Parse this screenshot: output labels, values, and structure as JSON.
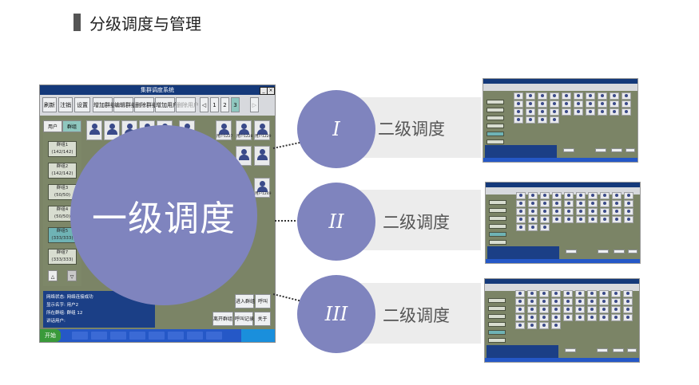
{
  "slide": {
    "title": "分级调度与管理",
    "primary_label": "一级调度",
    "levels": [
      {
        "numeral": "I",
        "label": "二级调度"
      },
      {
        "numeral": "II",
        "label": "二级调度"
      },
      {
        "numeral": "III",
        "label": "二级调度"
      }
    ]
  },
  "app": {
    "window_title": "集群调度系统",
    "toolbar": [
      "刷新",
      "注销",
      "设置",
      "增加群组",
      "编辑群组",
      "删除群组",
      "增加用户",
      "删除用户"
    ],
    "pages": [
      "1",
      "2",
      "3"
    ],
    "side_tabs": [
      "用户",
      "群组"
    ],
    "groups": [
      {
        "name": "群组1",
        "count": "(142/142)"
      },
      {
        "name": "群组2",
        "count": "(142/142)"
      },
      {
        "name": "群组3",
        "count": "(50/50)"
      },
      {
        "name": "群组4",
        "count": "(50/50)"
      },
      {
        "name": "群组5",
        "count": "(333/333)"
      },
      {
        "name": "群组7",
        "count": "(333/333)"
      }
    ],
    "users": [
      "用户1226",
      "用户1227",
      "用户1228",
      "用户1229",
      "用户1249"
    ],
    "status": [
      "网络状态: 网络连接成功",
      "显示名字: 用户2",
      "所在群组: 群组 12",
      "讲话用户:"
    ],
    "actions": [
      "进入群组",
      "呼叫",
      "离开群组",
      "呼叫记录",
      "关于"
    ],
    "taskbar_start": "开始",
    "colors": {
      "window_bg": "#7b8466",
      "title_bar": "#14397a",
      "circle": "#7f84be",
      "group_selected": "#6fb3b5"
    }
  }
}
